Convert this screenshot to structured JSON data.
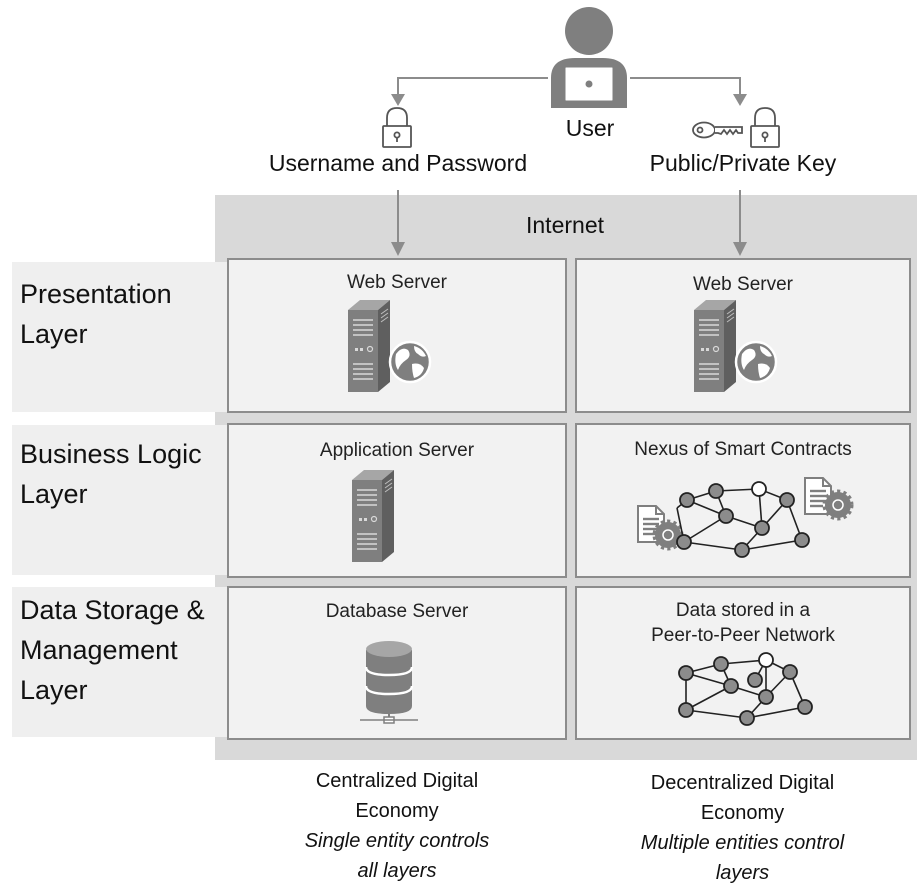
{
  "user": {
    "label": "User",
    "left_auth_label": "Username and Password",
    "right_auth_label": "Public/Private Key",
    "icons": [
      "user-icon",
      "laptop-icon",
      "padlock-icon",
      "key-icon"
    ]
  },
  "internet_label": "Internet",
  "layers": [
    {
      "label_lines": [
        "Presentation",
        "Layer"
      ]
    },
    {
      "label_lines": [
        "Business Logic",
        "Layer"
      ]
    },
    {
      "label_lines": [
        "Data Storage &",
        "Management",
        "Layer"
      ]
    }
  ],
  "centralized": {
    "boxes": [
      "Web Server",
      "Application Server",
      "Database Server"
    ],
    "title_lines": [
      "Centralized Digital",
      "Economy"
    ],
    "subtitle_lines": [
      "Single entity controls",
      "all layers"
    ]
  },
  "decentralized": {
    "boxes": [
      {
        "lines": [
          "Web Server"
        ]
      },
      {
        "lines": [
          "Nexus of Smart Contracts"
        ]
      },
      {
        "lines": [
          "Data stored in a",
          "Peer-to-Peer Network"
        ]
      }
    ],
    "title_lines": [
      "Decentralized Digital",
      "Economy"
    ],
    "subtitle_lines": [
      "Multiple entities control",
      "layers"
    ]
  },
  "colors": {
    "band": "#d9d9d9",
    "box_fill": "#f2f2f2",
    "box_border": "#8c8c8c",
    "icon_gray": "#7f7f7f",
    "node_fill": "#8c8c8c"
  }
}
